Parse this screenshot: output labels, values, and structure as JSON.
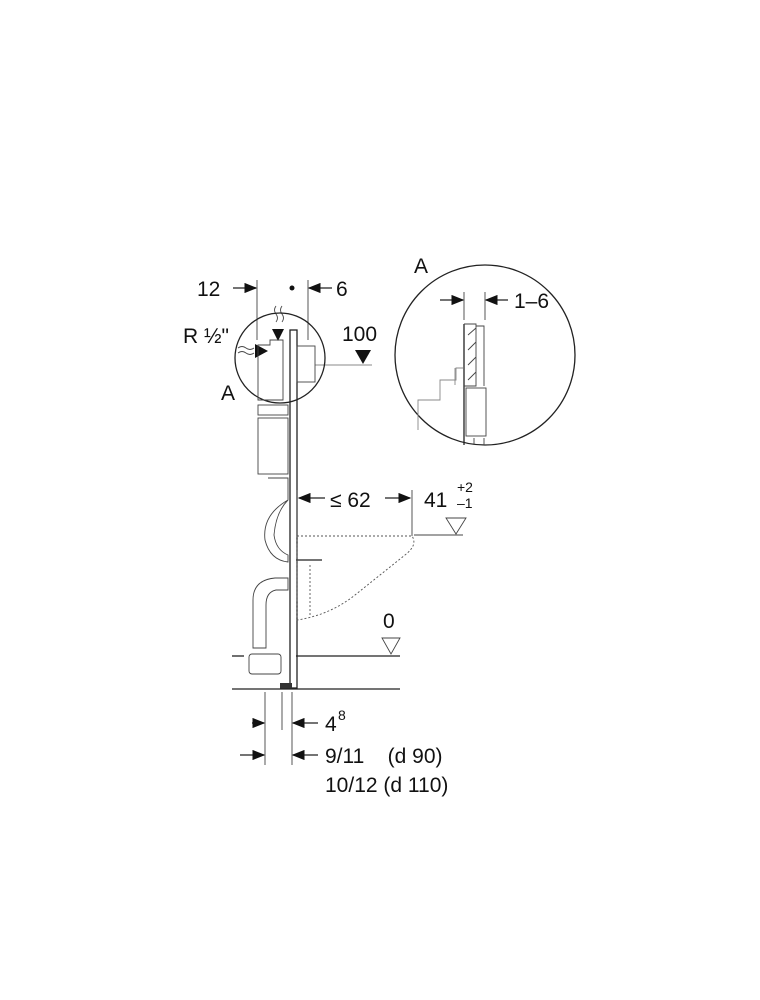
{
  "dimensions": {
    "top_left": "12",
    "top_right": "6",
    "connection": "R ½\"",
    "height_mark": "100",
    "detail_ref_left": "A",
    "detail_ref_title": "A",
    "detail_gap": "1–6",
    "projection": "≤ 62",
    "seat_height": "41",
    "seat_tol_plus": "+2",
    "seat_tol_minus": "–1",
    "floor_level": "0",
    "bottom_offset": "4",
    "bottom_offset_sup": "8",
    "depth_line1": "9/11    (d 90)",
    "depth_line2": "10/12 (d 110)"
  }
}
